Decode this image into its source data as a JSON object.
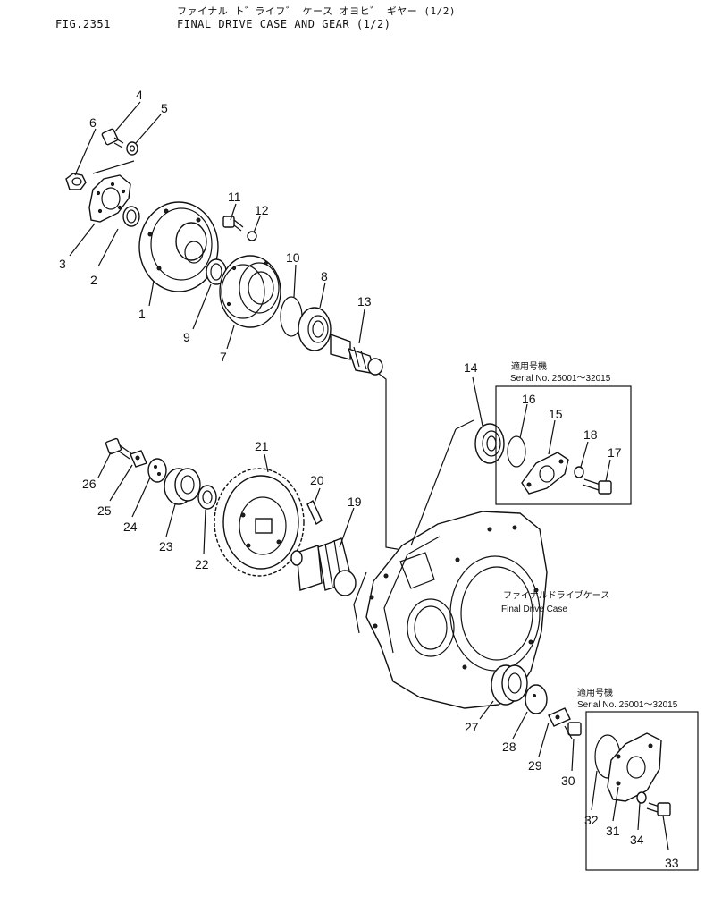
{
  "header": {
    "fig_no": "FIG.2351",
    "title_jp": "ファイナル ト゛ライフ゛ ケース オヨヒ゛ ギヤー (1/2)",
    "title_en": "FINAL DRIVE CASE AND GEAR (1/2)"
  },
  "insets": [
    {
      "label_jp": "適用号機",
      "label_serial": "Serial  No. 25001～32015"
    },
    {
      "label_jp": "適用号機",
      "label_serial": "Serial  No. 25001～32015"
    }
  ],
  "case_label": {
    "jp": "ファイナルドライブケース",
    "en": "Final  Drive  Case"
  },
  "callouts": [
    {
      "no": "1"
    },
    {
      "no": "2"
    },
    {
      "no": "3"
    },
    {
      "no": "4"
    },
    {
      "no": "5"
    },
    {
      "no": "6"
    },
    {
      "no": "7"
    },
    {
      "no": "8"
    },
    {
      "no": "9"
    },
    {
      "no": "10"
    },
    {
      "no": "11"
    },
    {
      "no": "12"
    },
    {
      "no": "13"
    },
    {
      "no": "14"
    },
    {
      "no": "15"
    },
    {
      "no": "16"
    },
    {
      "no": "17"
    },
    {
      "no": "18"
    },
    {
      "no": "19"
    },
    {
      "no": "20"
    },
    {
      "no": "21"
    },
    {
      "no": "22"
    },
    {
      "no": "23"
    },
    {
      "no": "24"
    },
    {
      "no": "25"
    },
    {
      "no": "26"
    },
    {
      "no": "27"
    },
    {
      "no": "28"
    },
    {
      "no": "29"
    },
    {
      "no": "30"
    },
    {
      "no": "31"
    },
    {
      "no": "32"
    },
    {
      "no": "33"
    },
    {
      "no": "34"
    }
  ]
}
